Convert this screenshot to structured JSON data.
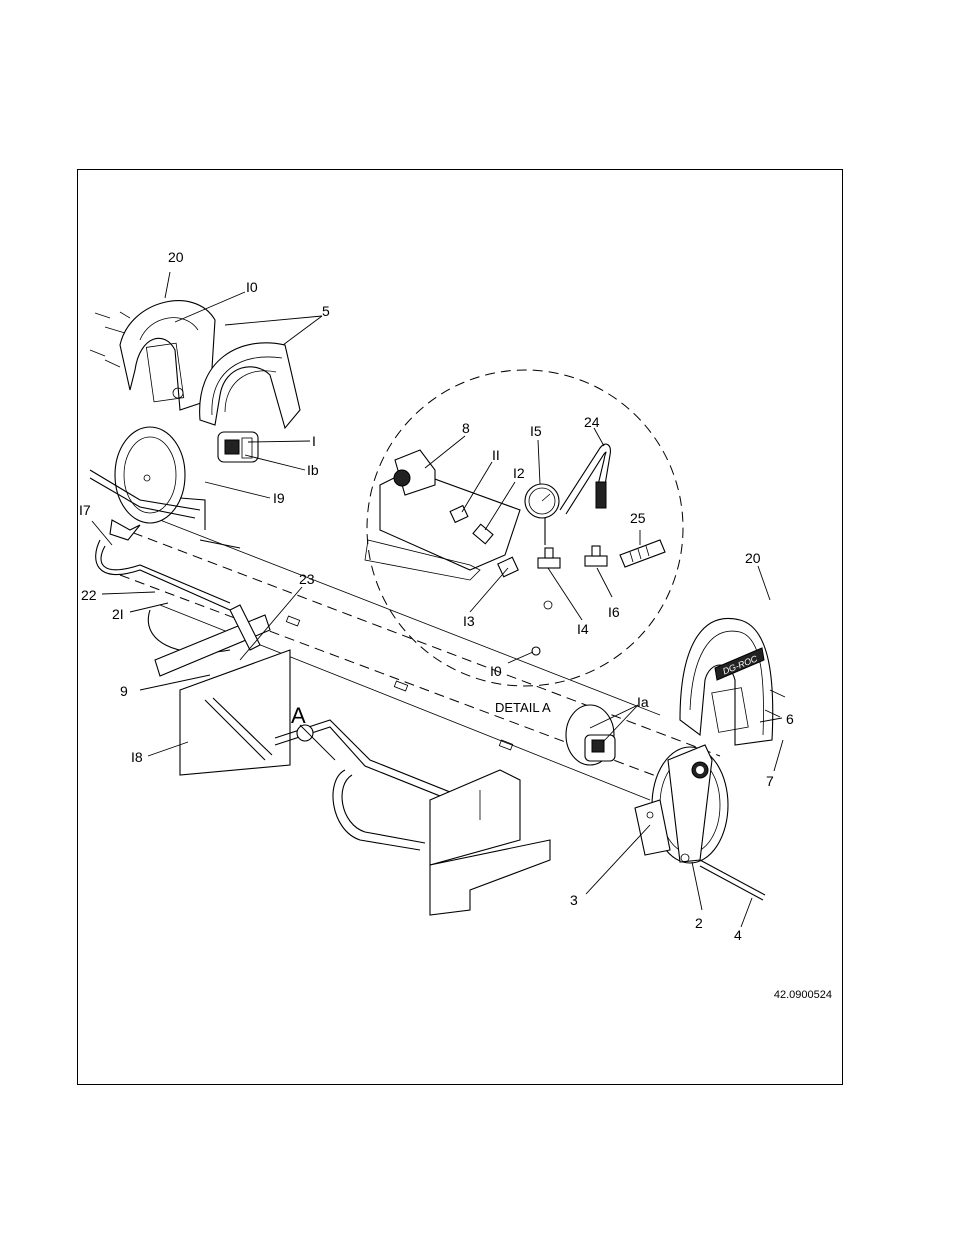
{
  "callouts": {
    "c20a": "20",
    "c10a": "I0",
    "c5": "5",
    "c1": "I",
    "c1b": "Ib",
    "c19": "I9",
    "c17": "I7",
    "c22": "22",
    "c21": "2I",
    "c23": "23",
    "c9": "9",
    "c18": "I8",
    "cA": "A",
    "c8": "8",
    "c11": "II",
    "c12": "I2",
    "c15": "I5",
    "c24": "24",
    "c25": "25",
    "c13": "I3",
    "c14": "I4",
    "c16": "I6",
    "c10b": "I0",
    "c20b": "20",
    "c1a": "Ia",
    "c6": "6",
    "c7": "7",
    "c3": "3",
    "c2": "2",
    "c4": "4"
  },
  "detail_label": "DETAIL A",
  "reference_number": "42.0900524",
  "logo_text": "DG-ROC"
}
